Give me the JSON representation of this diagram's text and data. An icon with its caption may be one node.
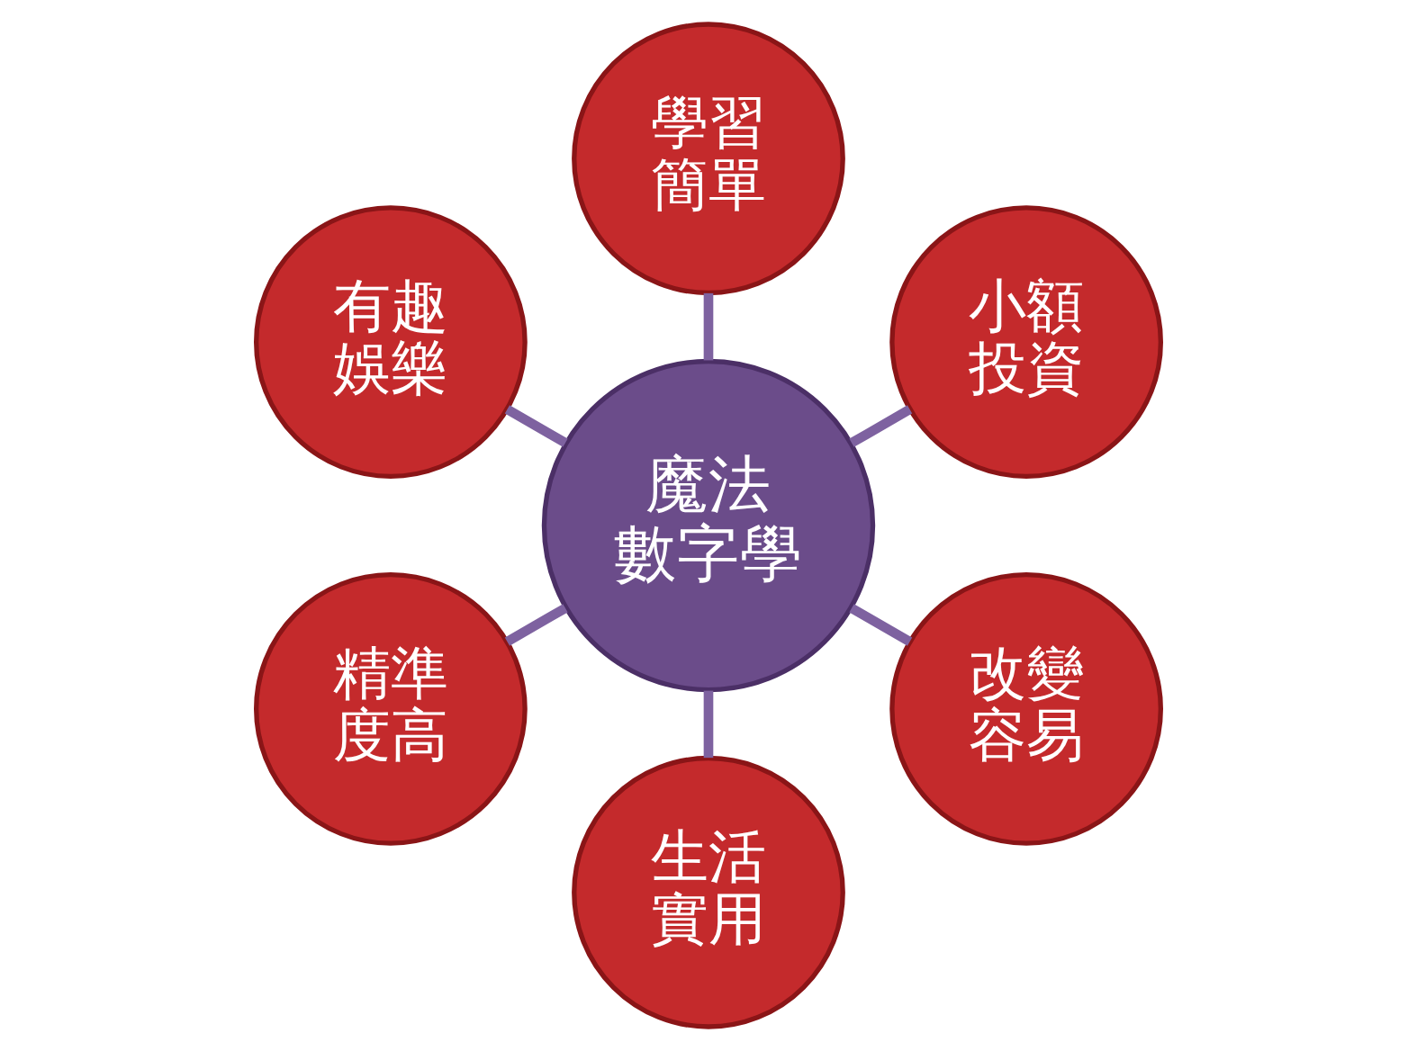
{
  "diagram": {
    "nodes": [
      {
        "text": [
          "小額投資"
        ]
      },
      {
        "text": [
          "學習簡單"
        ]
      },
      {
        "text": [
          "有趣娛樂"
        ]
      },
      {
        "text": [
          "魔法數字學"
        ]
      },
      {
        "text": [
          "精準度高"
        ]
      },
      {
        "text": [
          "生活實用"
        ]
      },
      {
        "text": [
          "改變容易"
        ]
      }
    ],
    "edges": [
      {
        "from": 3,
        "to": 0,
        "arrow": "none"
      },
      {
        "from": 3,
        "to": 1,
        "arrow": "none"
      },
      {
        "from": 3,
        "to": 2,
        "arrow": "none"
      },
      {
        "from": 3,
        "to": 4,
        "arrow": "none"
      },
      {
        "from": 3,
        "to": 5,
        "arrow": "none"
      },
      {
        "from": 3,
        "to": 6,
        "arrow": "none"
      }
    ]
  }
}
